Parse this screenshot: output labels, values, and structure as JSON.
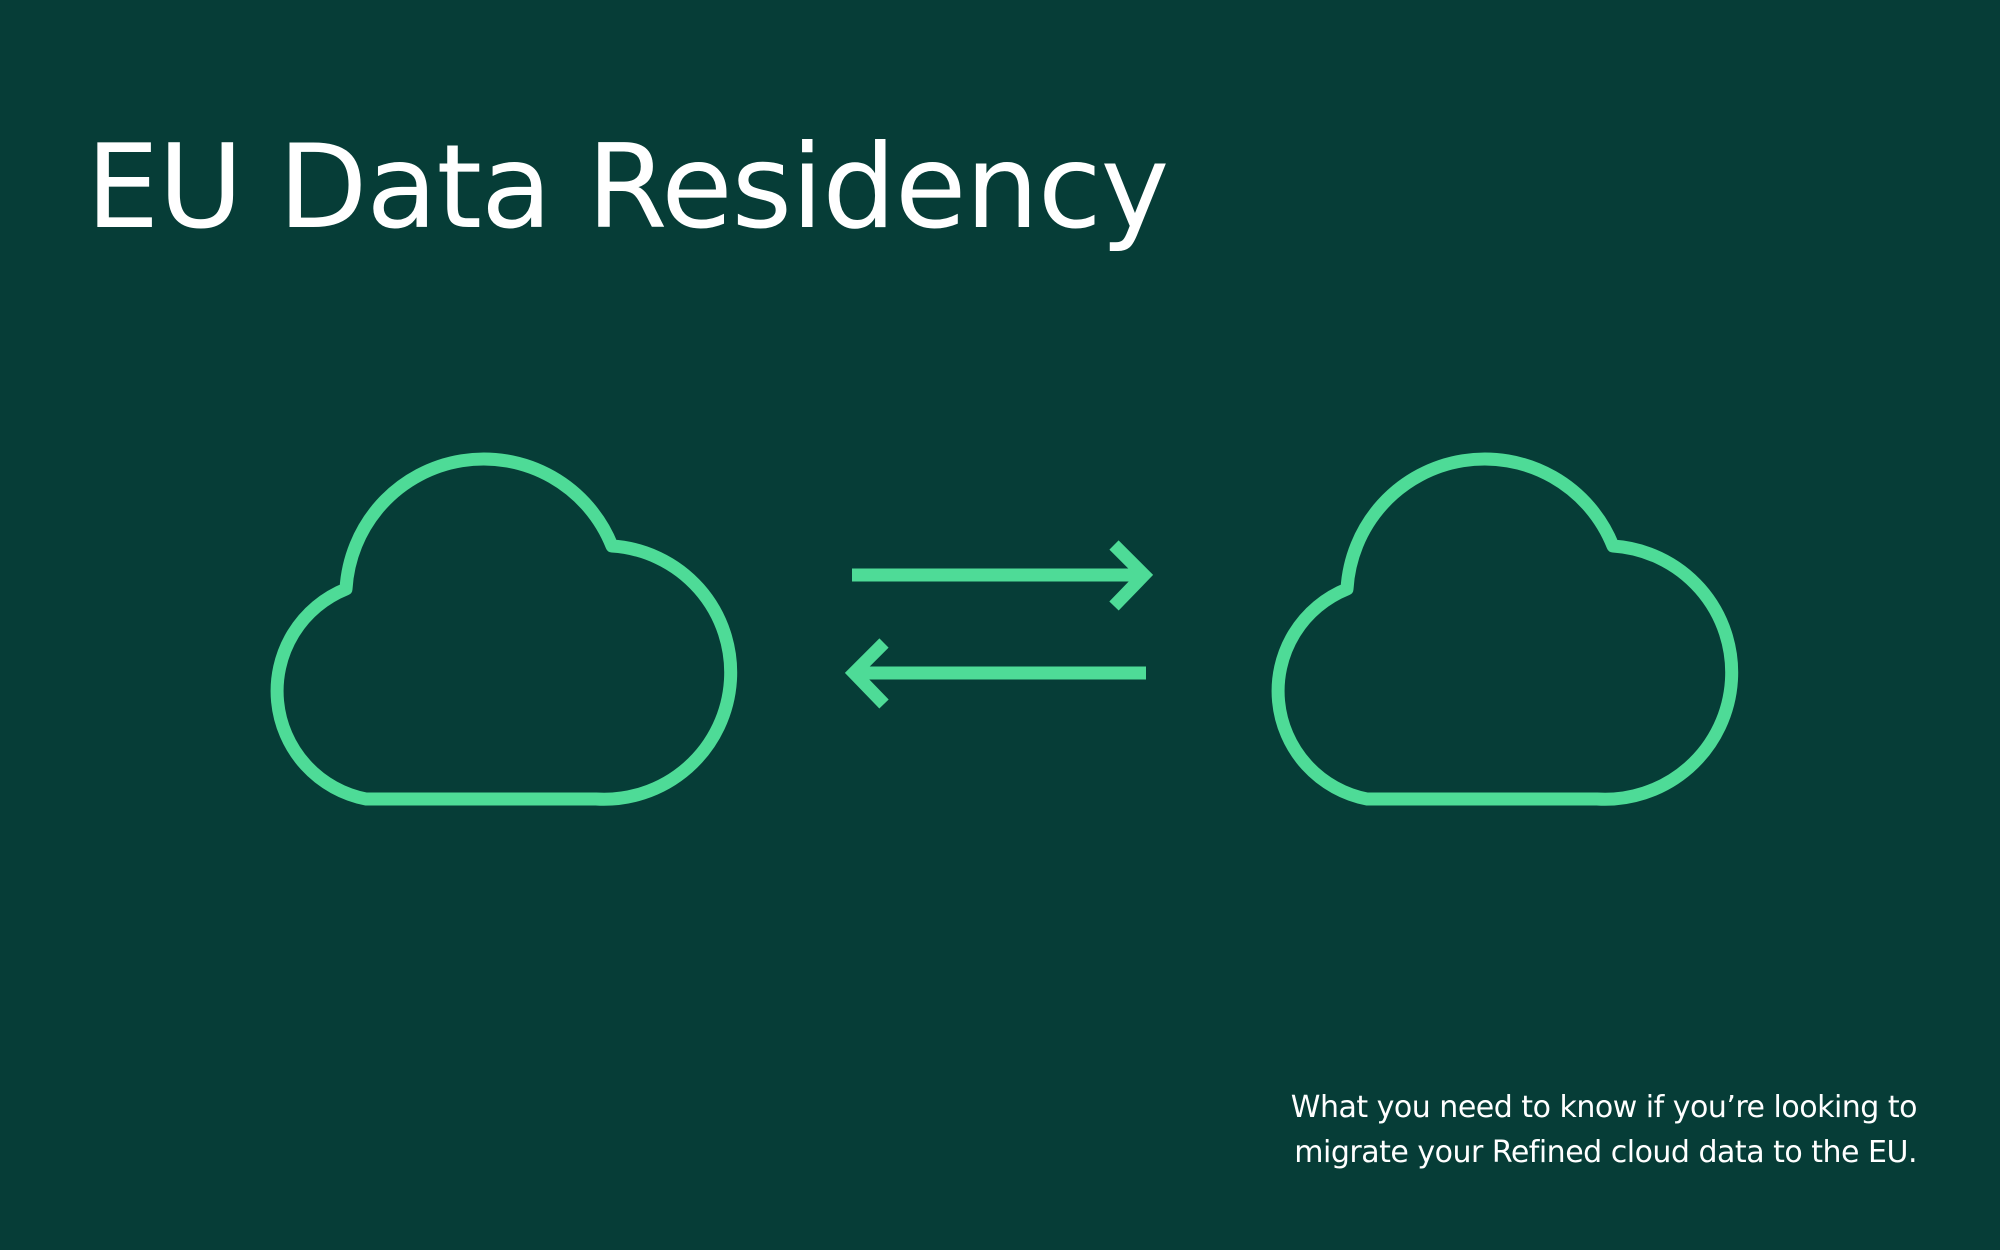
{
  "colors": {
    "background": "#063D37",
    "accent": "#4EDB97",
    "text": "#FFFFFF"
  },
  "title": "EU Data Residency",
  "graphic": {
    "left_icon": "cloud-icon",
    "center_icon": "bidirectional-arrows-icon",
    "right_icon": "cloud-icon"
  },
  "caption": {
    "line1": "What you need to know if you’re looking to",
    "line2": "migrate your Refined cloud data to the EU."
  }
}
